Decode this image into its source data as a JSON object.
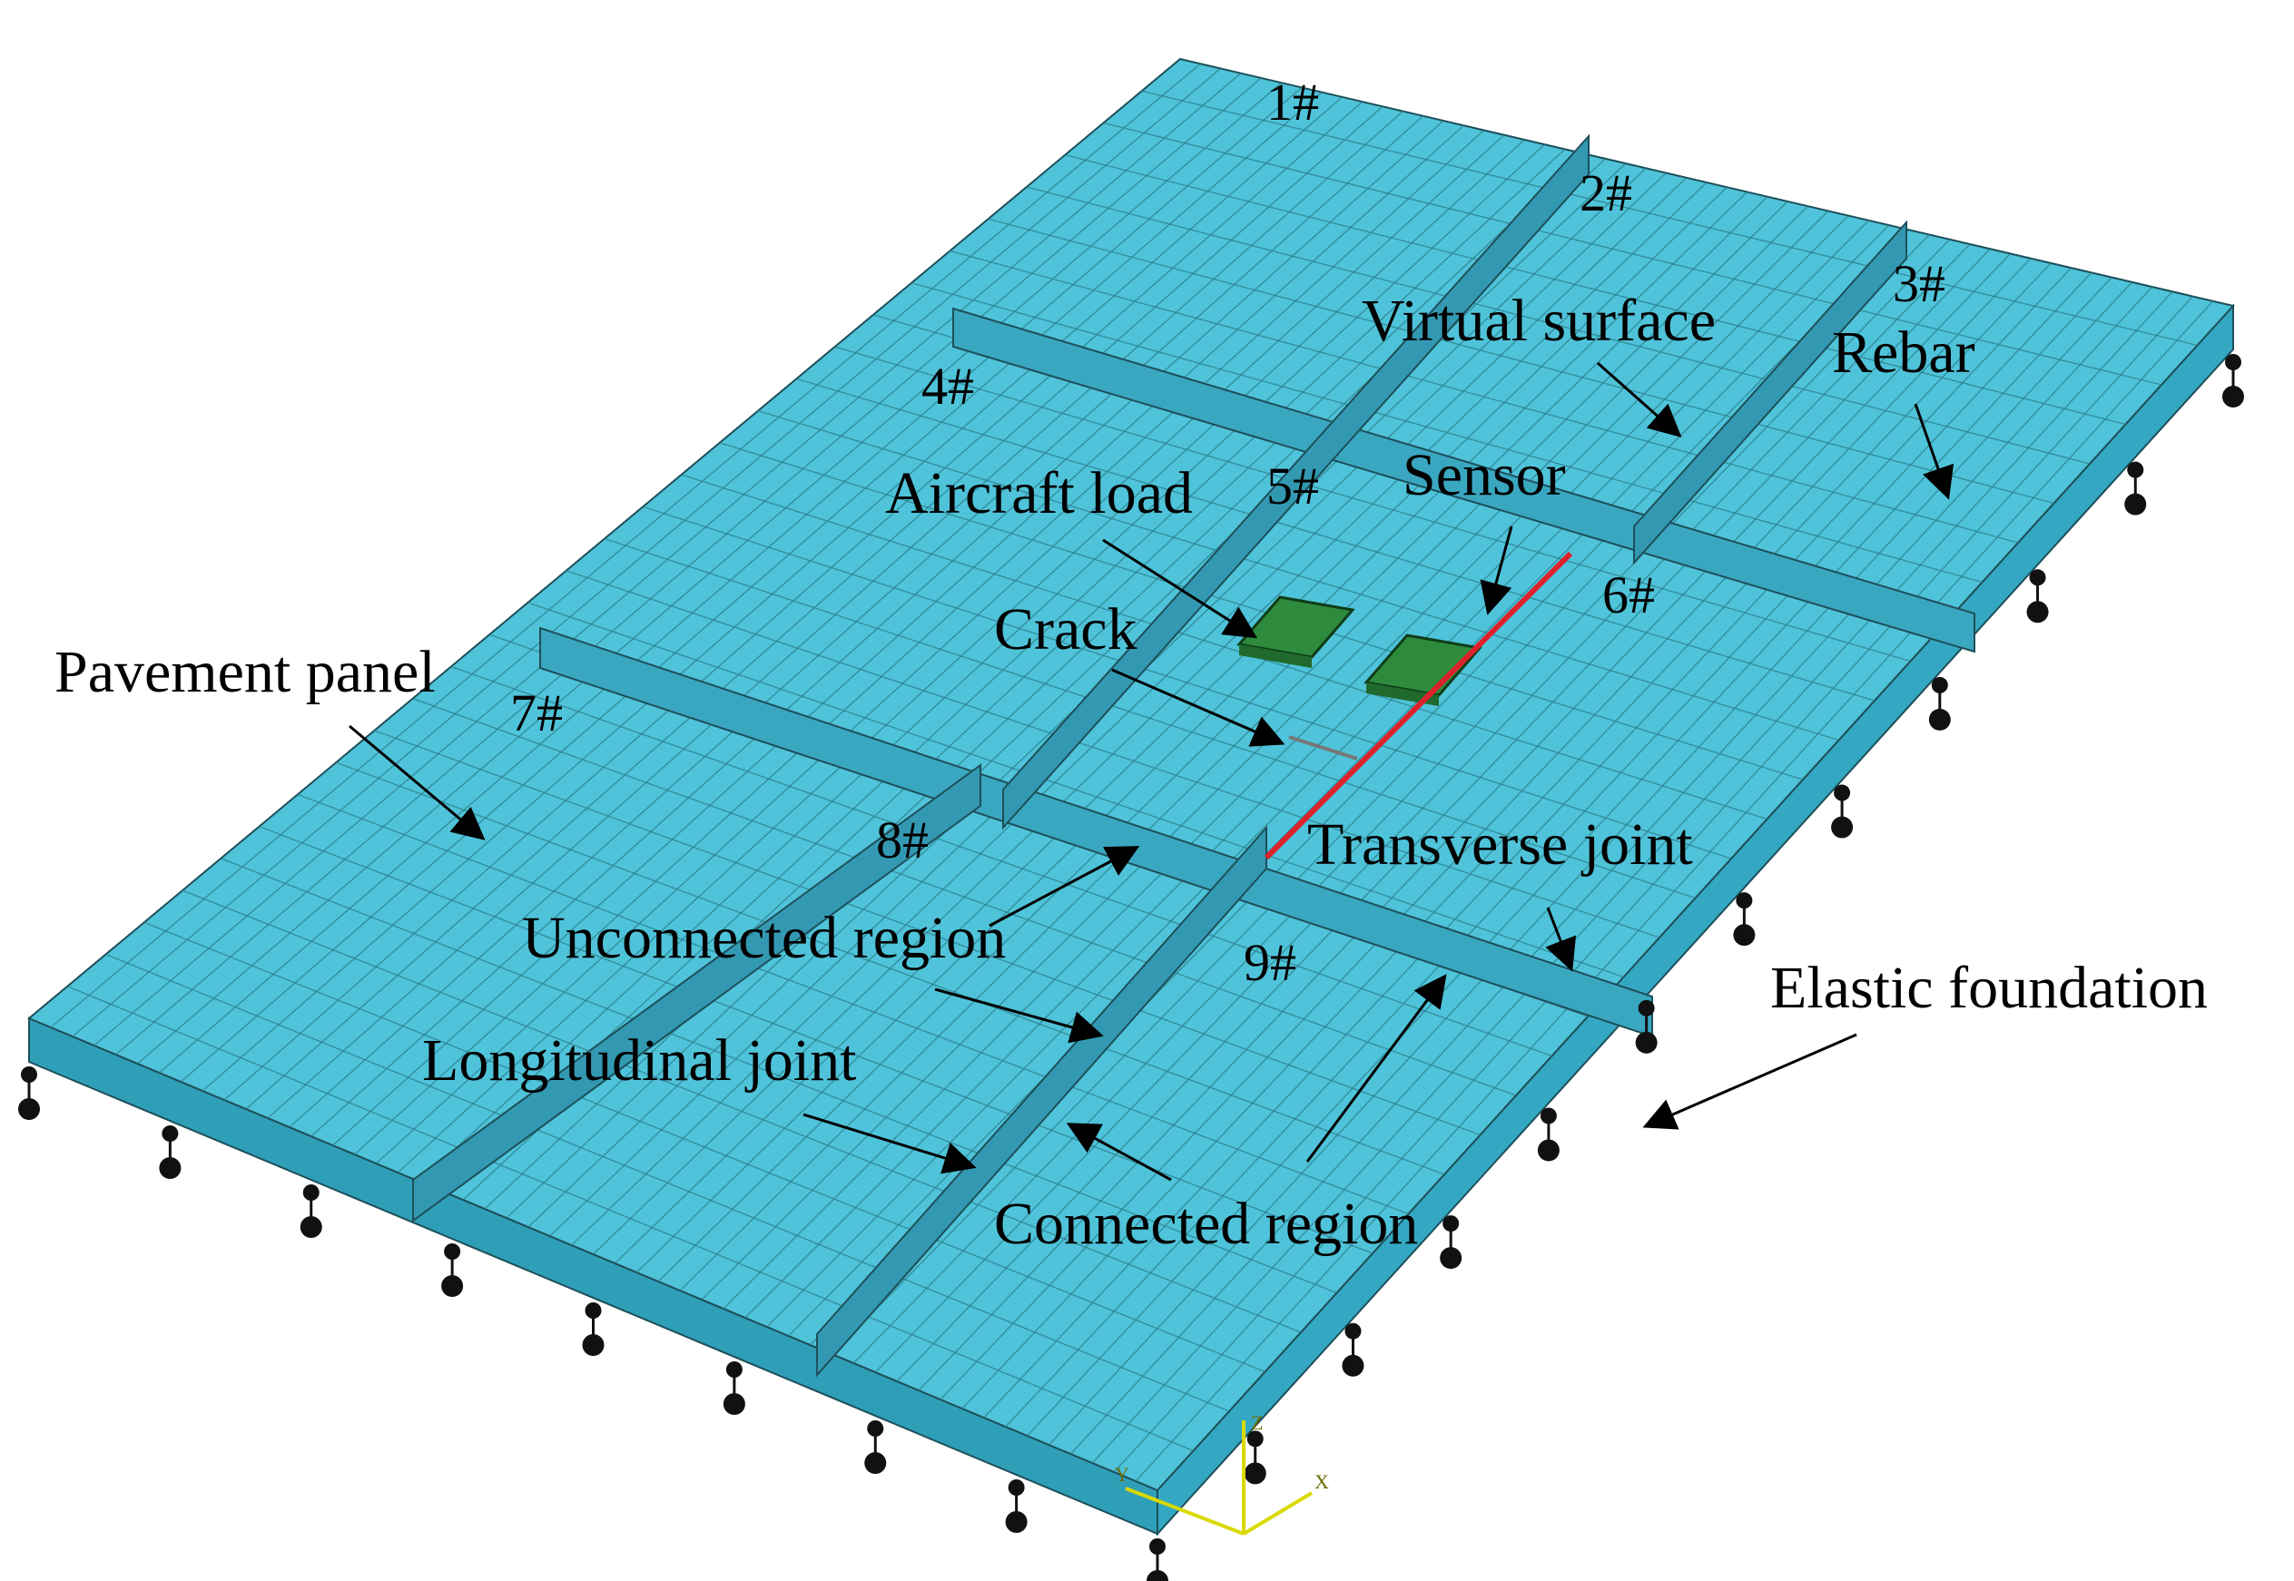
{
  "figure": {
    "panel_numbers": [
      "1#",
      "2#",
      "3#",
      "4#",
      "5#",
      "6#",
      "7#",
      "8#",
      "9#"
    ],
    "labels": {
      "virtual_surface": "Virtual surface",
      "rebar": "Rebar",
      "sensor": "Sensor",
      "aircraft_load": "Aircraft load",
      "crack": "Crack",
      "pavement_panel": "Pavement panel",
      "transverse_joint": "Transverse joint",
      "unconnected_region": "Unconnected region",
      "elastic_foundation": "Elastic foundation",
      "longitudinal_joint": "Longitudinal joint",
      "connected_region": "Connected region"
    },
    "triad": {
      "z": "Z",
      "x": "X",
      "y": "Y"
    },
    "colors": {
      "slab": "#4fc3d9",
      "slab_side": "#2f9fb8",
      "joint_wall": "#3aa7c0",
      "mesh": "#2b7e8a",
      "load_pad": "#2e8b3e",
      "crack": "#e0202a",
      "support": "#111111"
    }
  }
}
